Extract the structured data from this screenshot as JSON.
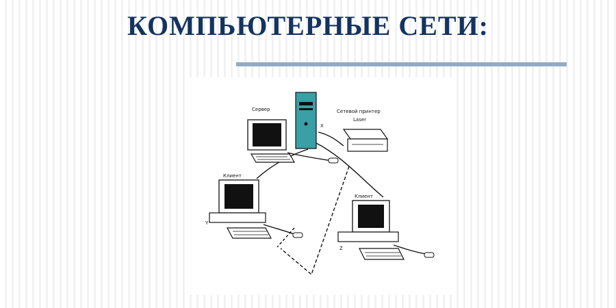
{
  "slide": {
    "title": "КОМПЬЮТЕРНЫЕ СЕТИ:"
  },
  "diagram": {
    "server_label": "Сервер",
    "printer_label": "Сетевой принтер",
    "printer_model": "Laser",
    "client_left_label": "Клиент",
    "client_right_label": "Клиент",
    "marker_x": "X",
    "marker_y": "Y",
    "marker_z": "Z"
  },
  "colors": {
    "title": "#14335f",
    "accent_rule": "#94a9c6",
    "tower": "#3a9fa6"
  }
}
